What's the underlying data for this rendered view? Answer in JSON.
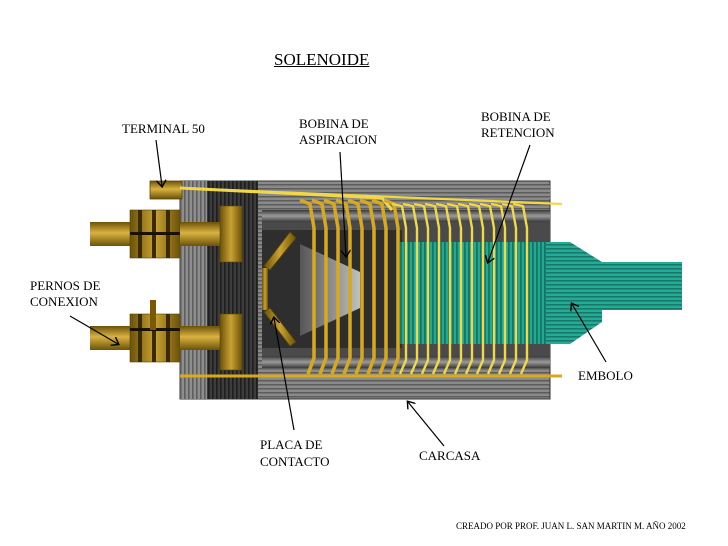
{
  "title": "SOLENOIDE",
  "labels": {
    "terminal_50": "TERMINAL 50",
    "bobina_aspiracion_1": "BOBINA DE",
    "bobina_aspiracion_2": "ASPIRACION",
    "bobina_retencion_1": "BOBINA DE",
    "bobina_retencion_2": "RETENCION",
    "pernos_1": "PERNOS DE",
    "pernos_2": "CONEXION",
    "embolo": "EMBOLO",
    "placa_1": "PLACA DE",
    "placa_2": "CONTACTO",
    "carcasa": "CARCASA"
  },
  "credit": "CREADO POR PROF. JUAN L. SAN MARTIN M.  AÑO  2002",
  "colors": {
    "coil": "#D8A81E",
    "coil_light": "#F0D848",
    "housing": "#7a7a7a",
    "plunger": "#1f9a86",
    "brass": "#9a7a18"
  }
}
